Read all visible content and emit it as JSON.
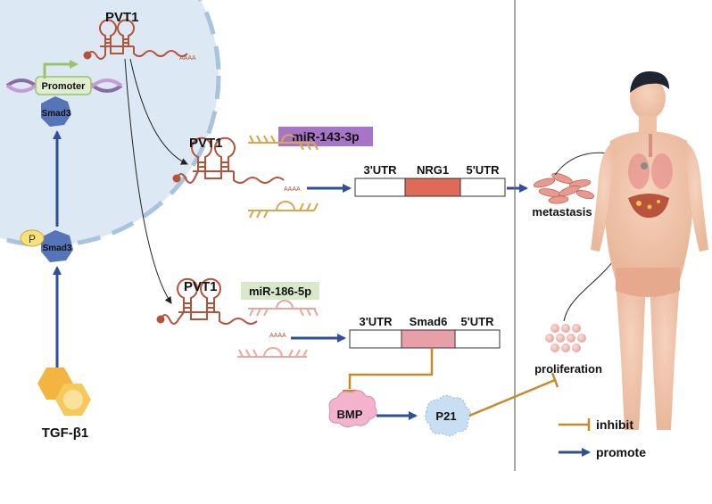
{
  "labels": {
    "pvt1_nucleus": "PVT1",
    "pvt1_mid": "PVT1",
    "pvt1_low": "PVT1",
    "promoter": "Promoter",
    "smad3_nucleus": "Smad3",
    "smad3_p": "Smad3",
    "phospho": "P",
    "tgfb": "TGF-β1",
    "polyA": "AAAA",
    "mir143": "miR-143-3p",
    "mir186": "miR-186-5p",
    "utr3_a": "3'UTR",
    "gene_nrg1": "NRG1",
    "utr5_a": "5'UTR",
    "utr3_b": "3'UTR",
    "gene_smad6": "Smad6",
    "utr5_b": "5'UTR",
    "metastasis": "metastasis",
    "proliferation": "proliferation",
    "bmp": "BMP",
    "p21": "P21",
    "legend_inhibit": "inhibit",
    "legend_promote": "promote"
  },
  "colors": {
    "rna": "#b5523a",
    "promote_arrow": "#2f4f9a",
    "inhibit_line": "#c68a2e",
    "nucleus_fill": "#dce8f3",
    "nucleus_border": "#a7c3de",
    "mir143_bg": "#a775c5",
    "mir186_bg": "#d8e8c9",
    "nrg1_fill": "#de6a58",
    "smad6_fill": "#e8a0a8",
    "bmp_fill": "#f4b3cc",
    "p21_fill": "#c7def3",
    "smad3_fill": "#5674b8",
    "tgfb_fill": "#f2b640",
    "mirna_gold": "#d4a84e",
    "mirna_pink": "#e6a8a0"
  },
  "icons": {
    "dna": "dna-helix-icon",
    "human": "human-body-icon",
    "cells_metastasis": "spindle-cells-icon",
    "cells_proliferation": "cell-cluster-icon"
  }
}
